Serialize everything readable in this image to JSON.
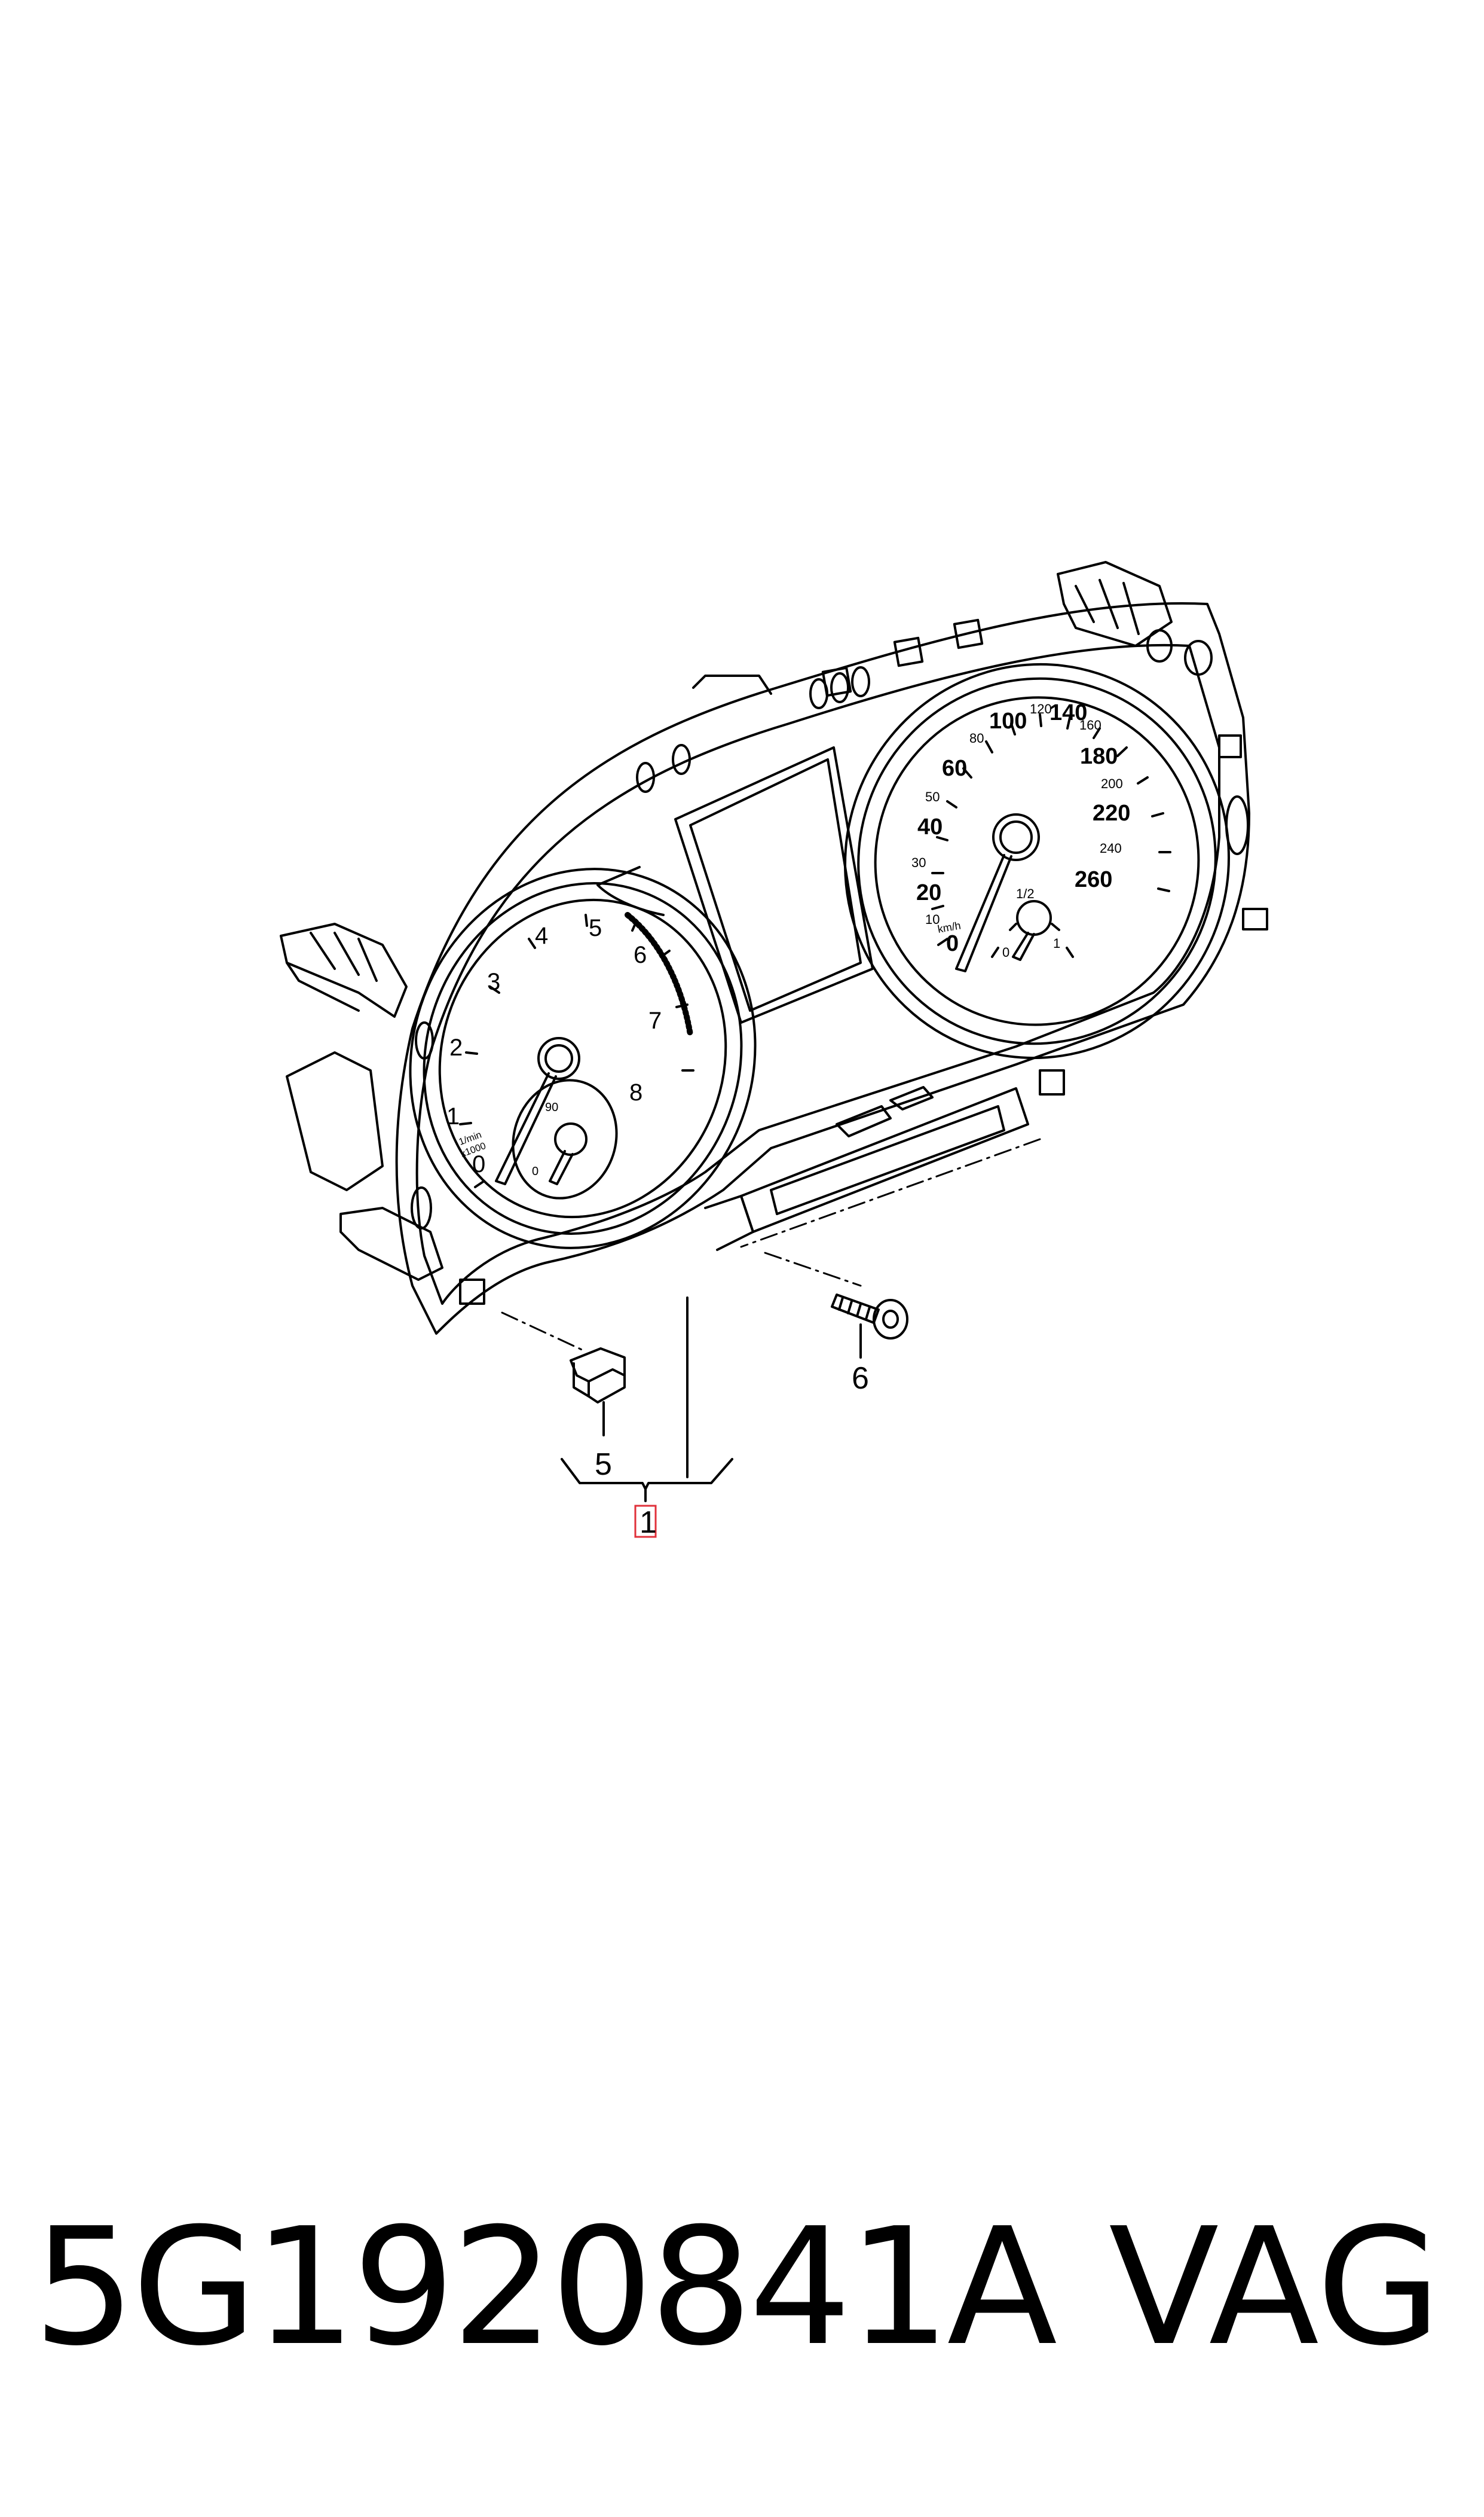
{
  "callouts": {
    "c1": "1",
    "c5": "5",
    "c6": "6"
  },
  "tachometer": {
    "ticks": [
      "0",
      "1",
      "2",
      "3",
      "4",
      "5",
      "6",
      "7",
      "8"
    ],
    "unit_line1": "1/min",
    "unit_line2": "x1000",
    "sub_gauge_ticks": [
      "0",
      "90"
    ]
  },
  "speedometer": {
    "major_ticks": [
      "0",
      "20",
      "40",
      "60",
      "100",
      "140",
      "180",
      "220",
      "260"
    ],
    "minor_ticks": [
      "10",
      "30",
      "50",
      "80",
      "120",
      "160",
      "200",
      "240"
    ],
    "unit": "km/h",
    "fuel_ticks": [
      "0",
      "1/2",
      "1"
    ]
  },
  "footer": {
    "part_number": "5G1920841A",
    "brand": "VAG"
  },
  "colors": {
    "line": "#000000",
    "highlight": "#e0303a"
  }
}
